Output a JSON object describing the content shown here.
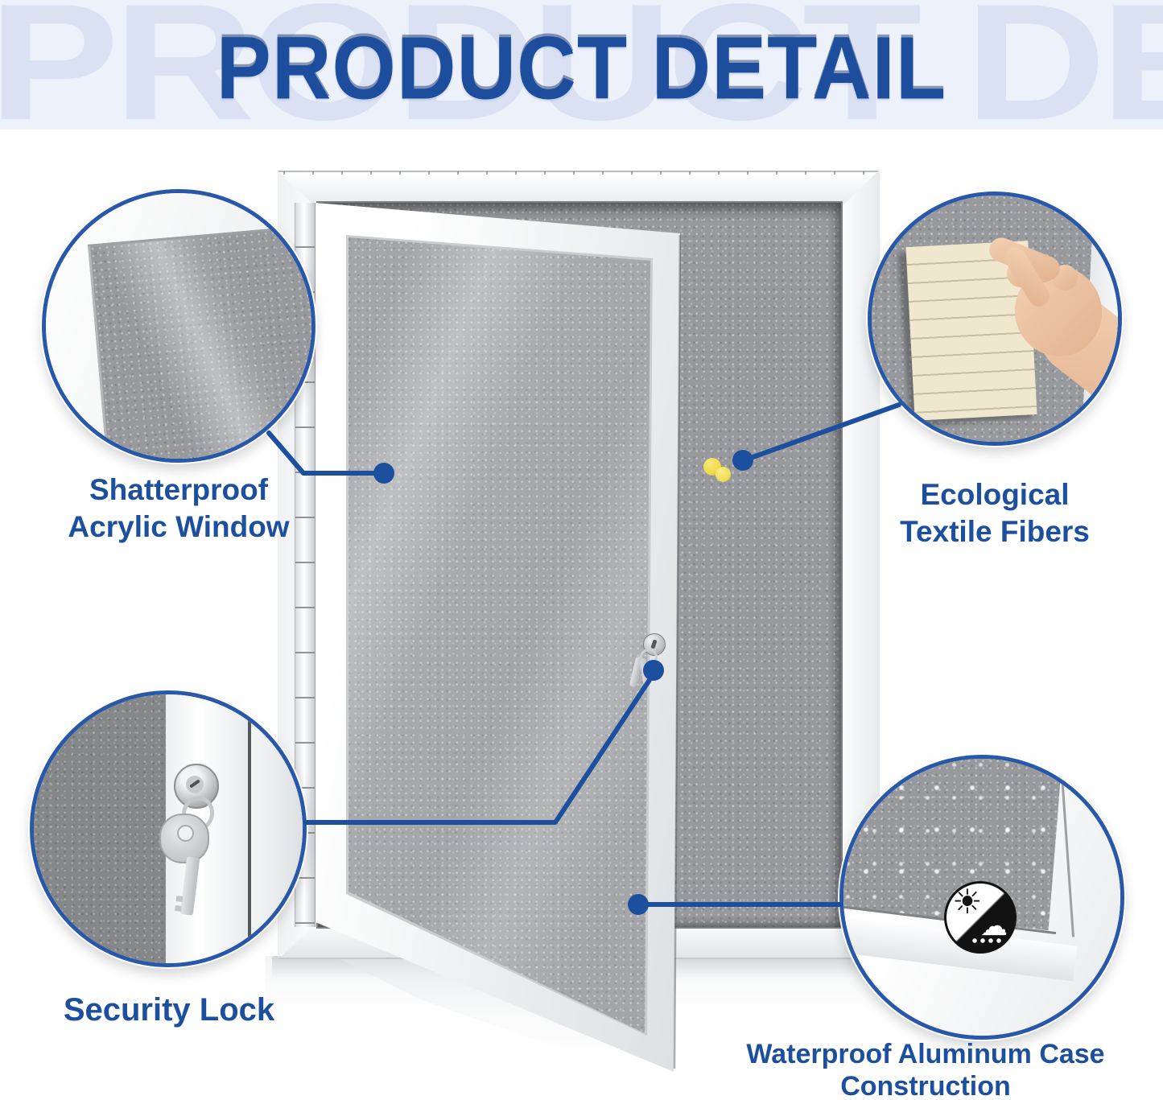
{
  "banner": {
    "watermark": "PRODUCT DE",
    "title": "PRODUCT DETAIL"
  },
  "callouts": [
    {
      "id": "acrylic-window",
      "line1": "Shatterproof",
      "line2": "Acrylic Window"
    },
    {
      "id": "textile-fibers",
      "line1": "Ecological",
      "line2": "Textile Fibers"
    },
    {
      "id": "security-lock",
      "line1": "Security Lock",
      "line2": ""
    },
    {
      "id": "aluminum-case",
      "line1": "Waterproof Aluminum Case",
      "line2": "Construction"
    }
  ],
  "icons": {
    "weather": "sun-rain-weatherproof-icon",
    "sun_glyph": "☀",
    "cloud_glyph": "☁"
  },
  "colors": {
    "accent_blue": "#1d4f9f",
    "ring_blue": "#2a58a8",
    "banner_bg": "#edf1fa",
    "watermark_blue": "#d9e1f3",
    "fabric_gray": "#97999c",
    "pin_yellow": "#f0d94a",
    "note_cream": "#efe8cf"
  }
}
